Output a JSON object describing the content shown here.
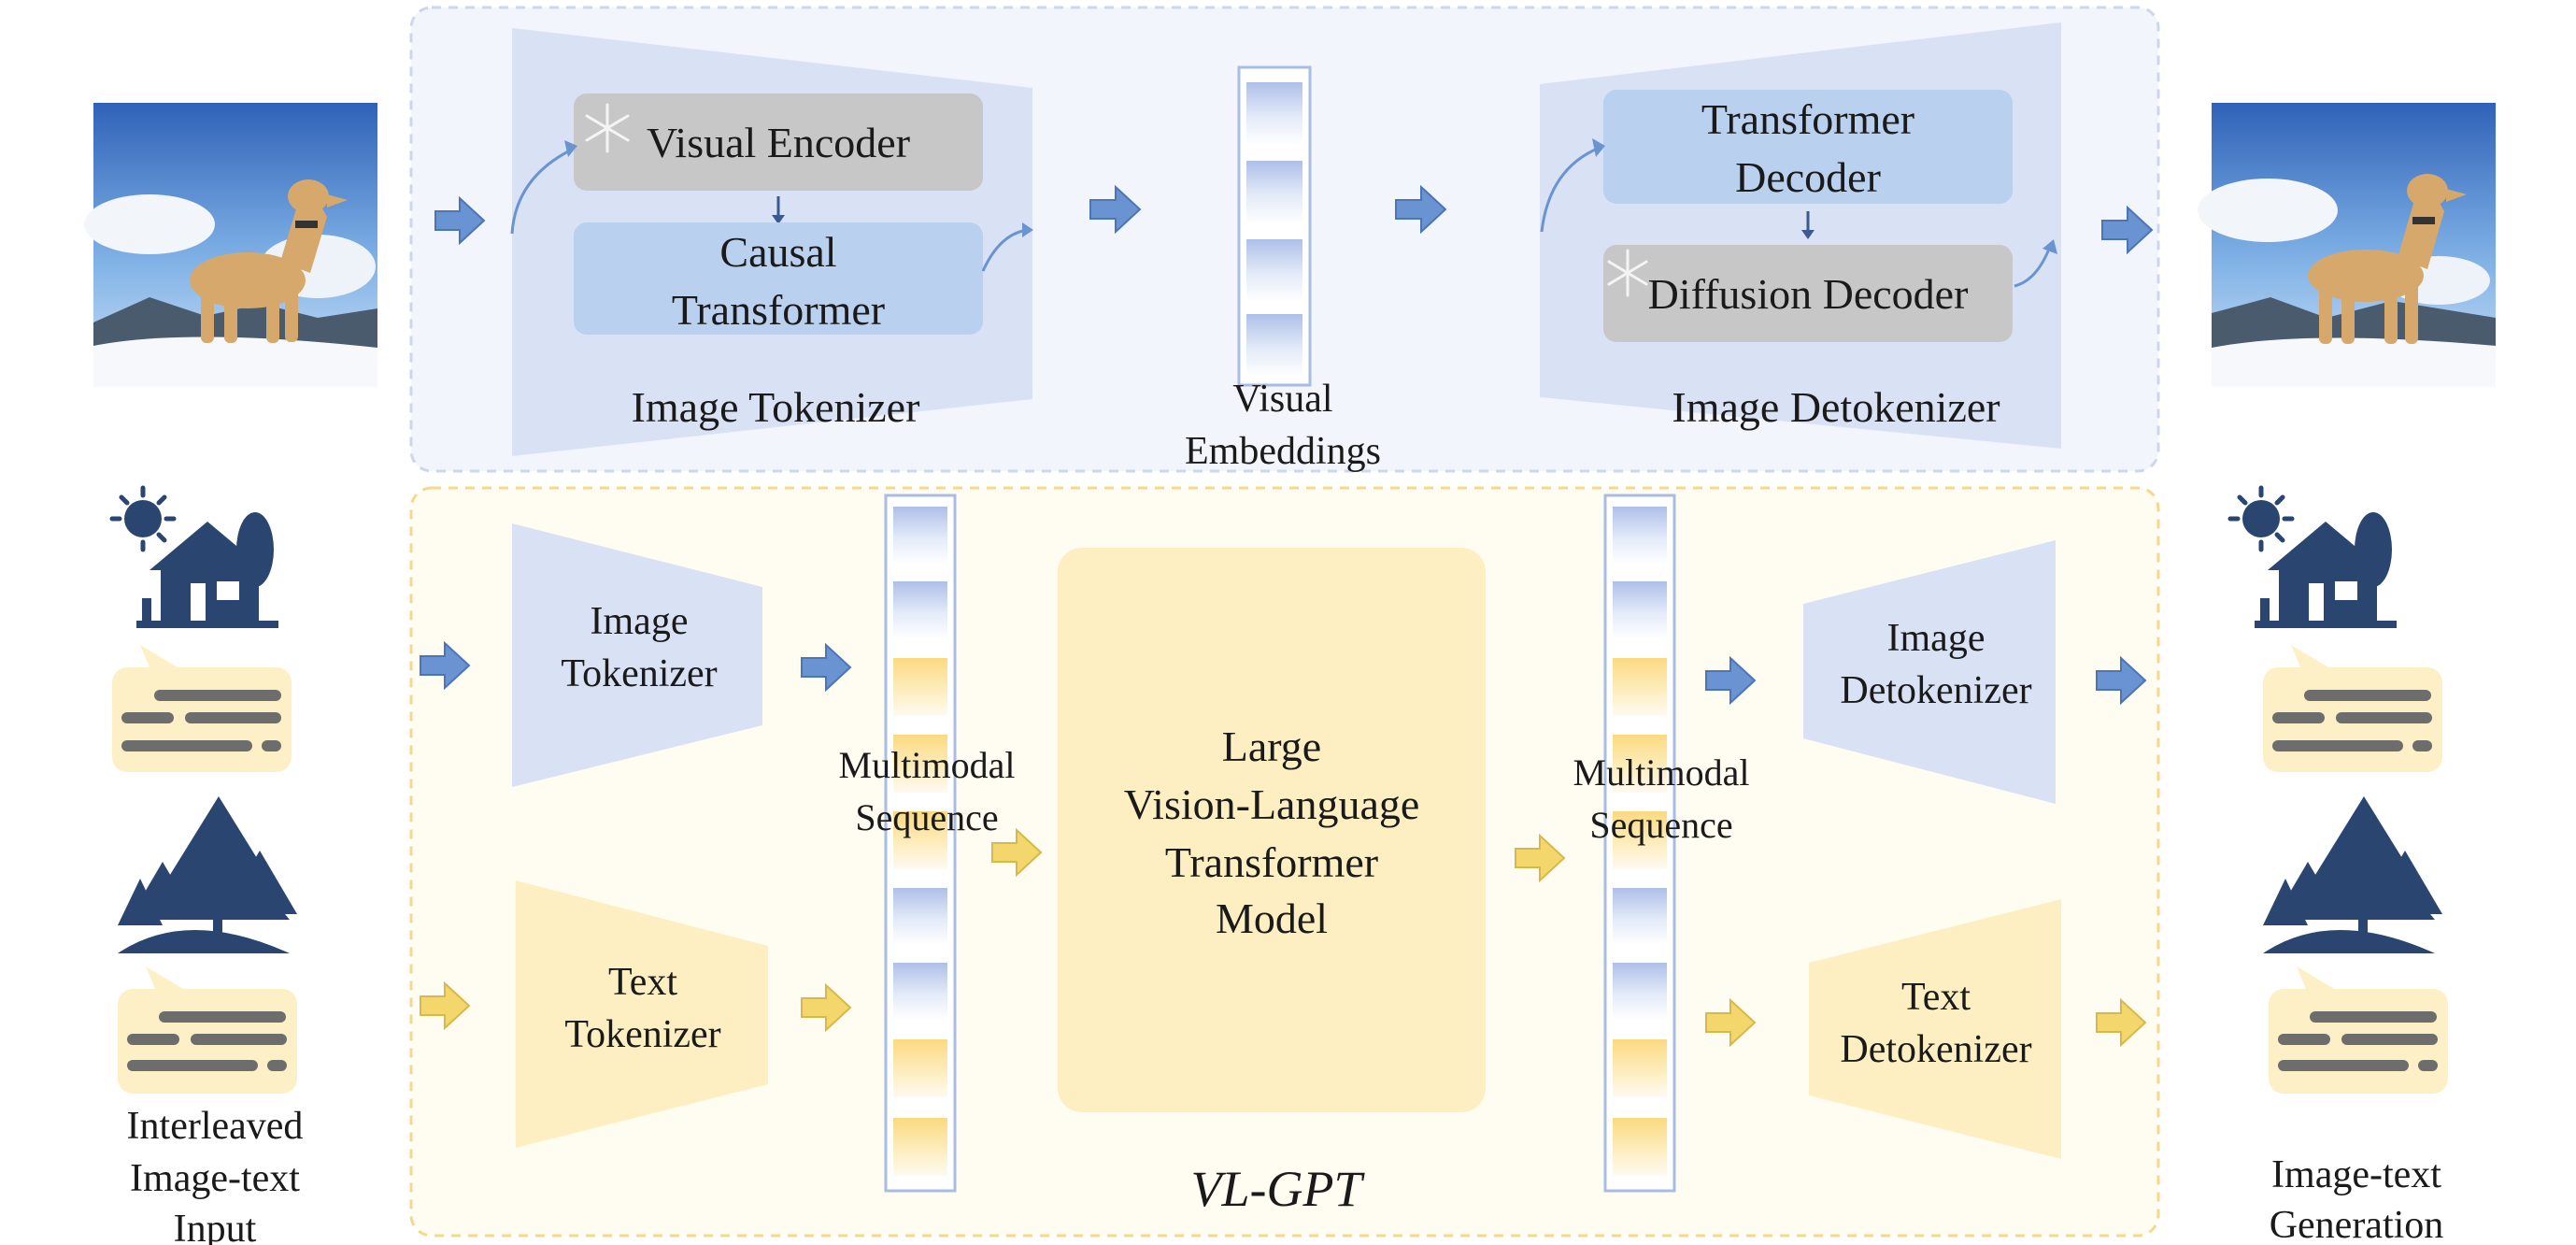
{
  "top_panel": {
    "tokenizer": {
      "visual_encoder": "Visual Encoder",
      "causal_line1": "Causal",
      "causal_line2": "Transformer",
      "caption": "Image Tokenizer"
    },
    "embeddings": {
      "line1": "Visual",
      "line2": "Embeddings"
    },
    "detokenizer": {
      "transformer_line1": "Transformer",
      "transformer_line2": "Decoder",
      "diffusion_decoder": "Diffusion Decoder",
      "caption": "Image Detokenizer"
    }
  },
  "bottom_panel": {
    "title": "VL-GPT",
    "image_tokenizer_line1": "Image",
    "image_tokenizer_line2": "Tokenizer",
    "text_tokenizer_line1": "Text",
    "text_tokenizer_line2": "Tokenizer",
    "sequence_left_line1": "Multimodal",
    "sequence_left_line2": "Sequence",
    "model_line1": "Large",
    "model_line2": "Vision-Language",
    "model_line3": "Transformer",
    "model_line4": "Model",
    "sequence_right_line1": "Multimodal",
    "sequence_right_line2": "Sequence",
    "image_detokenizer_line1": "Image",
    "image_detokenizer_line2": "Detokenizer",
    "text_detokenizer_line1": "Text",
    "text_detokenizer_line2": "Detokenizer"
  },
  "side_labels": {
    "input_line1": "Interleaved",
    "input_line2": "Image-text",
    "input_line3": "Input",
    "output_line1": "Image-text",
    "output_line2": "Generation"
  },
  "colors": {
    "blue_panel": "#f3f5fc",
    "yellow_panel": "#fffcf2",
    "blue_shape": "#d9e2f4",
    "blue_box": "#b9d0ee",
    "gray_box": "#c7c7c7",
    "yellow_shape": "#fdefc2",
    "navy_icon": "#2a4670",
    "blue_arrow": "#6a93d2",
    "yellow_arrow": "#f3d76d"
  }
}
